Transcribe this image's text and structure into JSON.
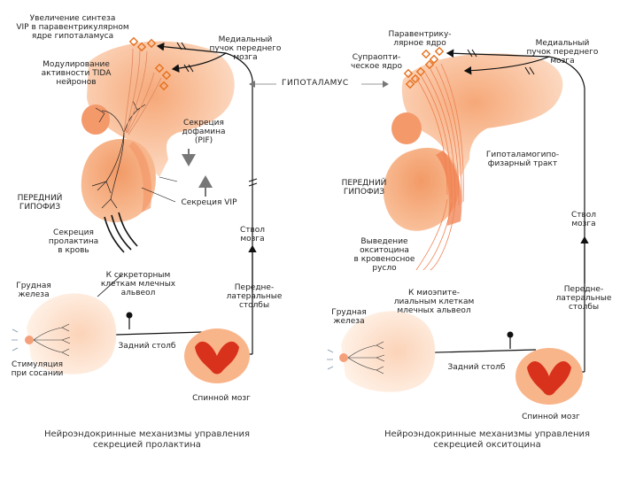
{
  "left": {
    "vip_synthesis": "Увеличение синтеза\nVIP в паравентрикулярном\nядре гипоталамуса",
    "tida_modulation": "Модулирование\nактивности TIDA\nнейронов",
    "medial_bundle": "Медиальный\nпучок переднего\nмозга",
    "dopamine": "Секреция\nдофамина\n(PIF)",
    "anterior_pituitary": "ПЕРЕДНИЙ\nГИПОФИЗ",
    "vip_secretion": "Секреция VIP",
    "brainstem": "Ствол\nмозга",
    "prolactin_blood": "Секреция\nпролактина\nв кровь",
    "to_secretory": "К секреторным\nклеткам млечных\nальвеол",
    "mammary": "Грудная\nжелеза",
    "anterolateral": "Передне-\nлатеральные\nстолбы",
    "posterior_column": "Задний столб",
    "suckling": "Стимуляция\nпри сосании",
    "spinal_cord": "Спинной мозг",
    "caption": "Нейроэндокринные механизмы управления\nсекрецией пролактина"
  },
  "center": {
    "hypothalamus": "ГИПОТАЛАМУС"
  },
  "right": {
    "paraventricular": "Паравентрику-\nлярное ядро",
    "supraoptic": "Супраопти-\nческое ядро",
    "medial_bundle": "Медиальный\nпучок переднего\nмозга",
    "tract": "Гипоталамогипо-\nфизарный тракт",
    "anterior_pituitary": "ПЕРЕДНИЙ\nГИПОФИЗ",
    "brainstem": "Ствол\nмозга",
    "oxytocin_release": "Выведение\nокситоцина\nв кровеносное\nрусло",
    "myoepithelial": "К миоэпите-\nлиальным клеткам\nмлечных альвеол",
    "mammary": "Грудная\nжелеза",
    "anterolateral": "Передне-\nлатеральные\nстолбы",
    "posterior_column": "Задний столб",
    "spinal_cord": "Спинной мозг",
    "caption": "Нейроэндокринные механизмы управления\nсекрецией окситоцина"
  },
  "colors": {
    "tissue_light": "#fce0cc",
    "tissue_mid": "#f9b58a",
    "tissue_dark": "#f08050",
    "cord_red": "#d8321c",
    "line": "#111111"
  }
}
